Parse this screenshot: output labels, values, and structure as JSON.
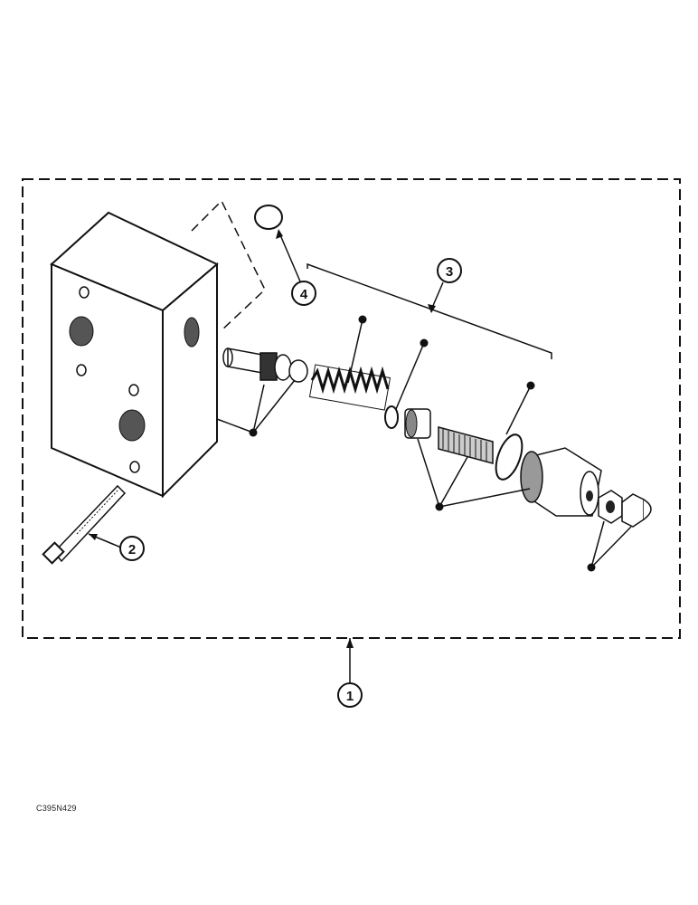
{
  "callouts": [
    {
      "id": "1",
      "label": "1"
    },
    {
      "id": "2",
      "label": "2"
    },
    {
      "id": "3",
      "label": "3"
    },
    {
      "id": "4",
      "label": "4"
    }
  ],
  "figure_code": "C395N429"
}
